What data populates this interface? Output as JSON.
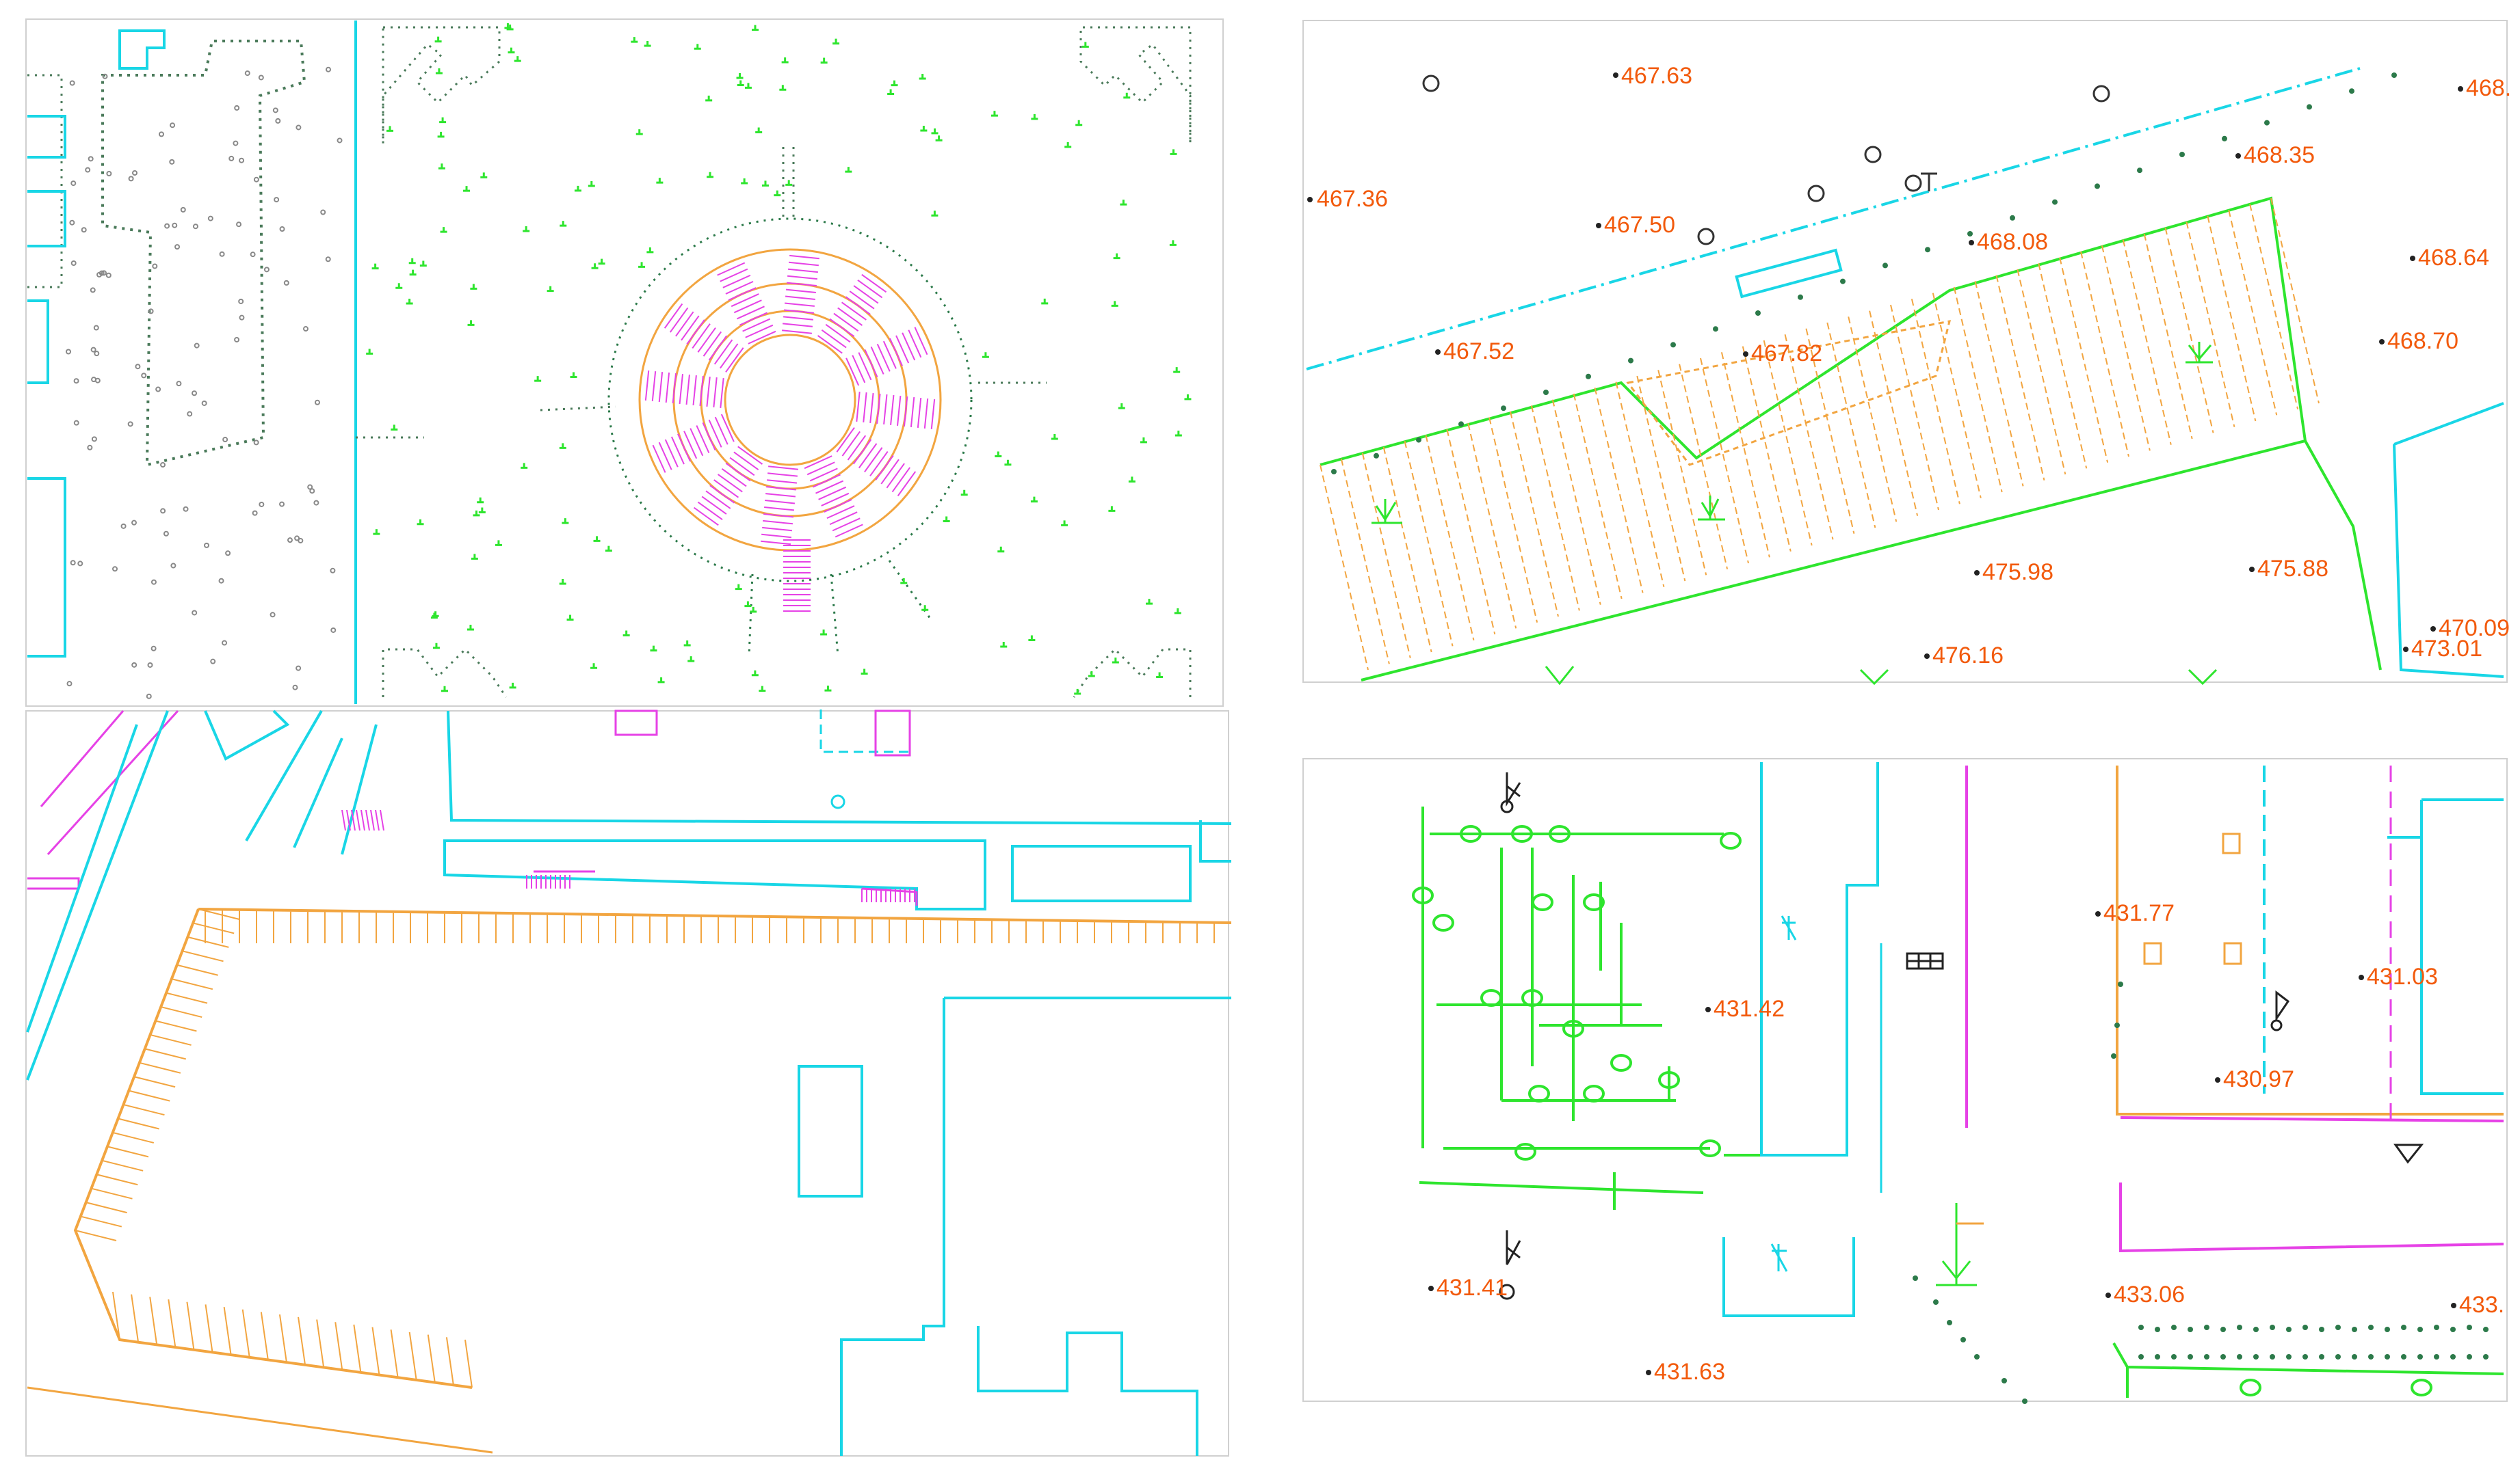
{
  "colors": {
    "background": "#ffffff",
    "cyan": "#19d6e6",
    "orange": "#f2a540",
    "magenta": "#e642e6",
    "green": "#2ee52e",
    "dark_green": "#2c7a4a",
    "gray": "#888888",
    "elevation_text": "#f25a0c",
    "black": "#222222"
  },
  "icons": [
    "tree-symbol-icon",
    "flag-marker-icon",
    "well-circle-icon",
    "grate-icon",
    "utility-pole-icon"
  ],
  "panels": {
    "top_left": {
      "name": "plaza-map-panel"
    },
    "top_right": {
      "name": "slope-map-panel",
      "elevations": [
        "467.63",
        "467.36",
        "467.50",
        "468.35",
        "468.08",
        "468.64",
        "468.70",
        "467.52",
        "467.82",
        "475.98",
        "475.88",
        "476.16",
        "470.09",
        "473.01",
        "468."
      ]
    },
    "bottom_left": {
      "name": "street-map-panel"
    },
    "bottom_right": {
      "name": "park-map-panel",
      "elevations": [
        "431.77",
        "431.03",
        "431.42",
        "430.97",
        "431.41",
        "433.06",
        "431.63",
        "433."
      ]
    }
  }
}
